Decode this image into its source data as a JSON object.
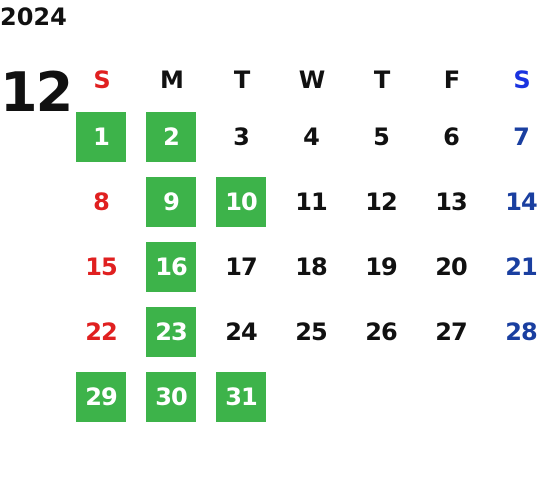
{
  "year": "2024",
  "month": "12",
  "weekday_headers": [
    "S",
    "M",
    "T",
    "W",
    "T",
    "F",
    "S"
  ],
  "colors": {
    "sunday": "#e02020",
    "saturday": "#1a3fa0",
    "highlight": "#3db34a",
    "text": "#111111"
  },
  "weeks": [
    [
      {
        "day": "1",
        "highlighted": true
      },
      {
        "day": "2",
        "highlighted": true
      },
      {
        "day": "3",
        "highlighted": false
      },
      {
        "day": "4",
        "highlighted": false
      },
      {
        "day": "5",
        "highlighted": false
      },
      {
        "day": "6",
        "highlighted": false
      },
      {
        "day": "7",
        "highlighted": false
      }
    ],
    [
      {
        "day": "8",
        "highlighted": false
      },
      {
        "day": "9",
        "highlighted": true
      },
      {
        "day": "10",
        "highlighted": true
      },
      {
        "day": "11",
        "highlighted": false
      },
      {
        "day": "12",
        "highlighted": false
      },
      {
        "day": "13",
        "highlighted": false
      },
      {
        "day": "14",
        "highlighted": false
      }
    ],
    [
      {
        "day": "15",
        "highlighted": false
      },
      {
        "day": "16",
        "highlighted": true
      },
      {
        "day": "17",
        "highlighted": false
      },
      {
        "day": "18",
        "highlighted": false
      },
      {
        "day": "19",
        "highlighted": false
      },
      {
        "day": "20",
        "highlighted": false
      },
      {
        "day": "21",
        "highlighted": false
      }
    ],
    [
      {
        "day": "22",
        "highlighted": false
      },
      {
        "day": "23",
        "highlighted": true
      },
      {
        "day": "24",
        "highlighted": false
      },
      {
        "day": "25",
        "highlighted": false
      },
      {
        "day": "26",
        "highlighted": false
      },
      {
        "day": "27",
        "highlighted": false
      },
      {
        "day": "28",
        "highlighted": false
      }
    ],
    [
      {
        "day": "29",
        "highlighted": true
      },
      {
        "day": "30",
        "highlighted": true
      },
      {
        "day": "31",
        "highlighted": true
      },
      {
        "day": "",
        "highlighted": false
      },
      {
        "day": "",
        "highlighted": false
      },
      {
        "day": "",
        "highlighted": false
      },
      {
        "day": "",
        "highlighted": false
      }
    ]
  ]
}
